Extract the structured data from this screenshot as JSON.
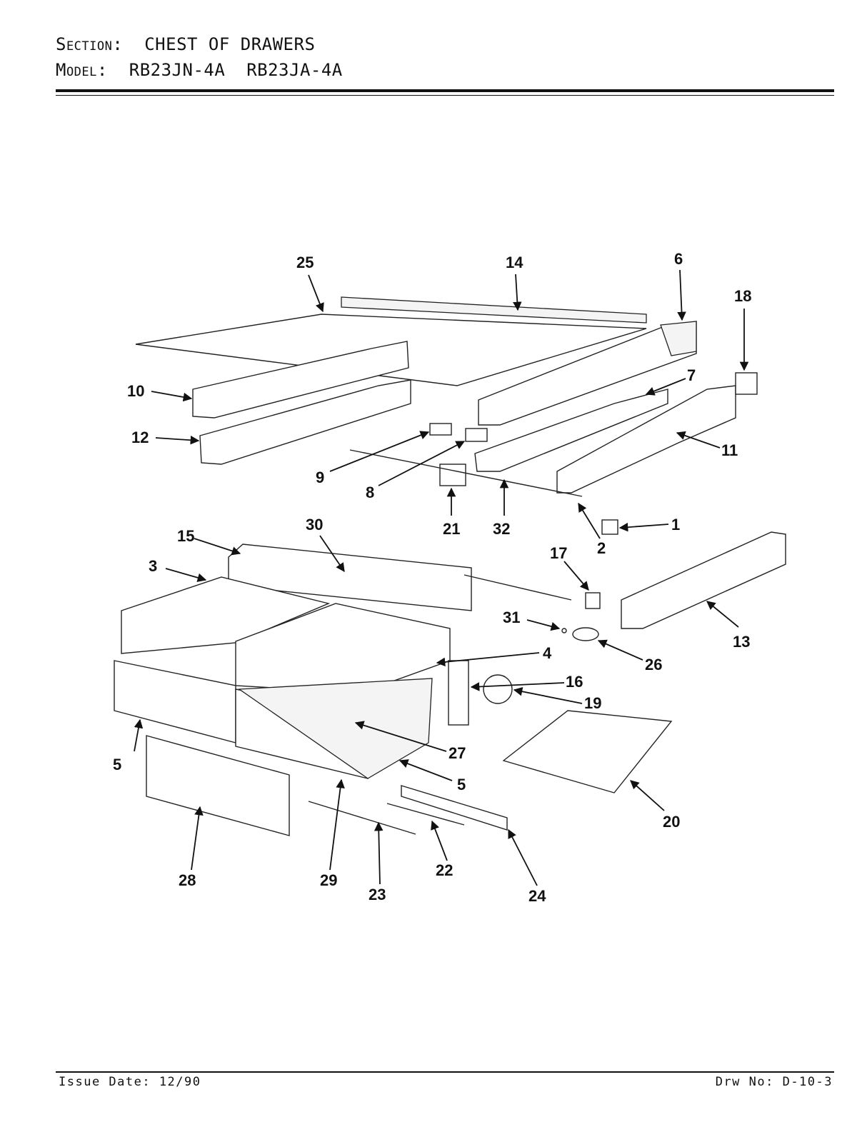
{
  "header": {
    "section_key": "Section:",
    "section_value": "CHEST OF DRAWERS",
    "model_key": "Model:",
    "model_value": "RB23JN-4A  RB23JA-4A"
  },
  "footer": {
    "issue": "Issue Date: 12/90",
    "drawing": "Drw No: D-10-3"
  },
  "callouts": [
    "25",
    "14",
    "6",
    "18",
    "10",
    "12",
    "7",
    "11",
    "9",
    "8",
    "21",
    "32",
    "1",
    "2",
    "15",
    "30",
    "3",
    "17",
    "31",
    "13",
    "26",
    "4",
    "16",
    "19",
    "5",
    "27",
    "20",
    "28",
    "29",
    "23",
    "22",
    "24"
  ]
}
